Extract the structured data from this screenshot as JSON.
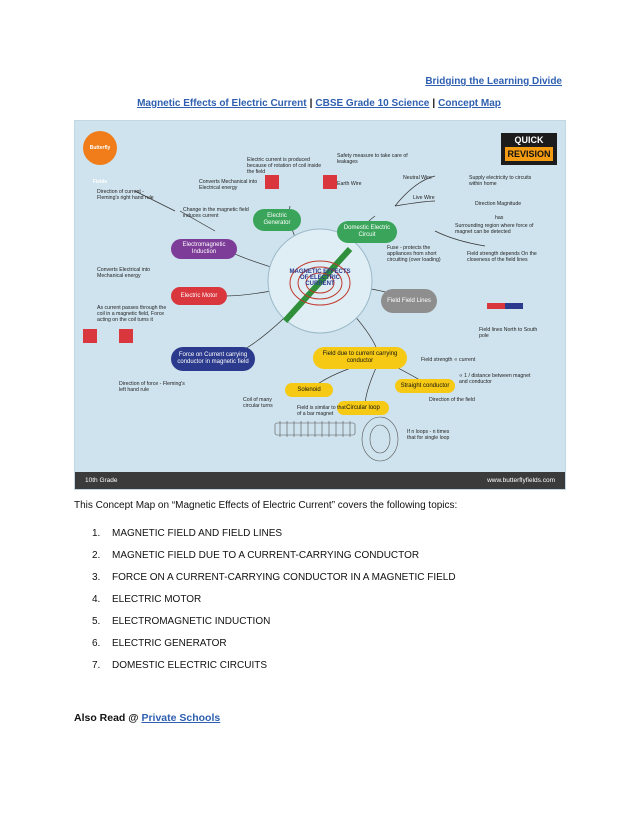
{
  "header": {
    "top_link": "Bridging the Learning Divide",
    "title_parts": [
      "Magnetic Effects of Electric Current",
      "CBSE Grade 10 Science",
      "Concept Map"
    ],
    "separator": "|"
  },
  "concept_map": {
    "logo_text": "Butterfly Fields",
    "badge": {
      "line1": "QUICK",
      "line2": "REVISION"
    },
    "center_title": "MAGNETIC EFFECTS OF ELECTRIC CURRENT",
    "footer_left": "10th Grade",
    "footer_right": "www.butterflyfields.com",
    "nodes": {
      "generator": "Electric Generator",
      "domestic": "Domestic Electric Circuit",
      "induction": "Electromagnetic Induction",
      "motor": "Electric Motor",
      "field_lines": "Field Field Lines",
      "force": "Force on Current carrying conductor in magnetic field",
      "field_due": "Field due to current carrying conductor",
      "solenoid": "Solenoid",
      "circular": "Circular loop",
      "straight": "Straight conductor"
    },
    "notes": {
      "n1": "Electric current is produced because of rotation of coil inside the field",
      "n2": "Safety measure to take care of leakages",
      "n3": "Earth Wire",
      "n4": "Neutral Wire",
      "n5": "Live Wire",
      "n6": "Supply electricity to circuits within home",
      "n7": "Converts Mechanical into Electrical energy",
      "n8": "Direction of current - Fleming's right hand rule",
      "n9": "Change in the magnetic field induces current",
      "n10": "Direction   Magnitude",
      "n11": "has",
      "n12": "Surrounding region where force of magnet can be detected",
      "n13": "Fuse - protects the appliances from short circuiting (over loading)",
      "n14": "Field strength depends On the closeness of the field lines",
      "n15": "Converts Electrical into Mechanical energy",
      "n16": "As current passes through the coil in a magnetic field, Force acting on the coil turns it",
      "n17": "Field lines North to South pole",
      "n18": "Field strength ∝ current",
      "n19": "∝ 1 / distance between magnet and conductor",
      "n20": "Direction of force - Fleming's left hand rule",
      "n21": "Coil of many circular turns",
      "n22": "Field is similar to that of a bar magnet",
      "n23": "Direction of the field",
      "n24": "If n loops - n times that for single loop"
    },
    "colors": {
      "background": "#cfe3ee",
      "green": "#3aa55a",
      "purple": "#7d3c98",
      "red": "#d9363e",
      "navy": "#2b3a8c",
      "yellow": "#f6c915",
      "grey": "#8e8e8e"
    }
  },
  "body": {
    "intro": "This Concept Map on “Magnetic Effects of Electric Current” covers the following topics:",
    "topics": [
      "MAGNETIC FIELD AND FIELD LINES",
      "MAGNETIC FIELD DUE TO A CURRENT-CARRYING CONDUCTOR",
      "FORCE ON A CURRENT-CARRYING CONDUCTOR IN A MAGNETIC FIELD",
      "ELECTRIC MOTOR",
      "ELECTROMAGNETIC INDUCTION",
      "ELECTRIC GENERATOR",
      "DOMESTIC ELECTRIC CIRCUITS"
    ],
    "also_read_label": "Also Read @",
    "also_read_link": "Private Schools"
  }
}
